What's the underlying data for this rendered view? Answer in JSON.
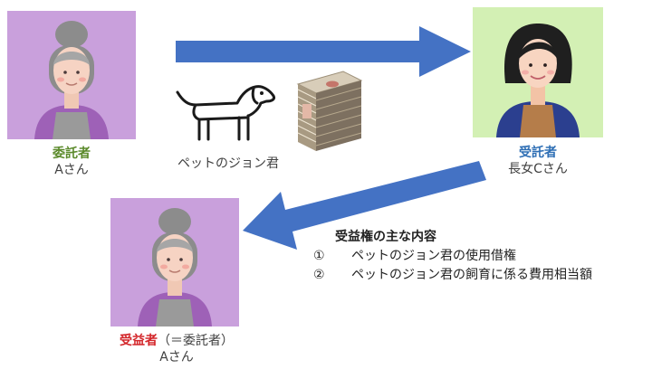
{
  "truster": {
    "role": "委託者",
    "name": "Aさん"
  },
  "trustee": {
    "role": "受託者",
    "name": "長女Cさん"
  },
  "beneficiary": {
    "role": "受益者",
    "note": "（＝委託者）",
    "name": "Aさん"
  },
  "pet_label": "ペットのジョン君",
  "benefits": {
    "title": "受益権の主な内容",
    "items": [
      {
        "num": "①",
        "text": "ペットのジョン君の使用借権"
      },
      {
        "num": "②",
        "text": "ペットのジョン君の飼育に係る費用相当額"
      }
    ]
  },
  "colors": {
    "arrow": "#4472c4",
    "purple_panel": "#c9a0dc",
    "green_panel": "#d3f0b4",
    "truster_label": "#5b8a2b",
    "trustee_label": "#2f6fb5",
    "beneficiary_label": "#d3262a"
  },
  "icons": [
    "elderly-woman-avatar",
    "woman-avatar",
    "dog-icon",
    "money-stack-icon"
  ]
}
